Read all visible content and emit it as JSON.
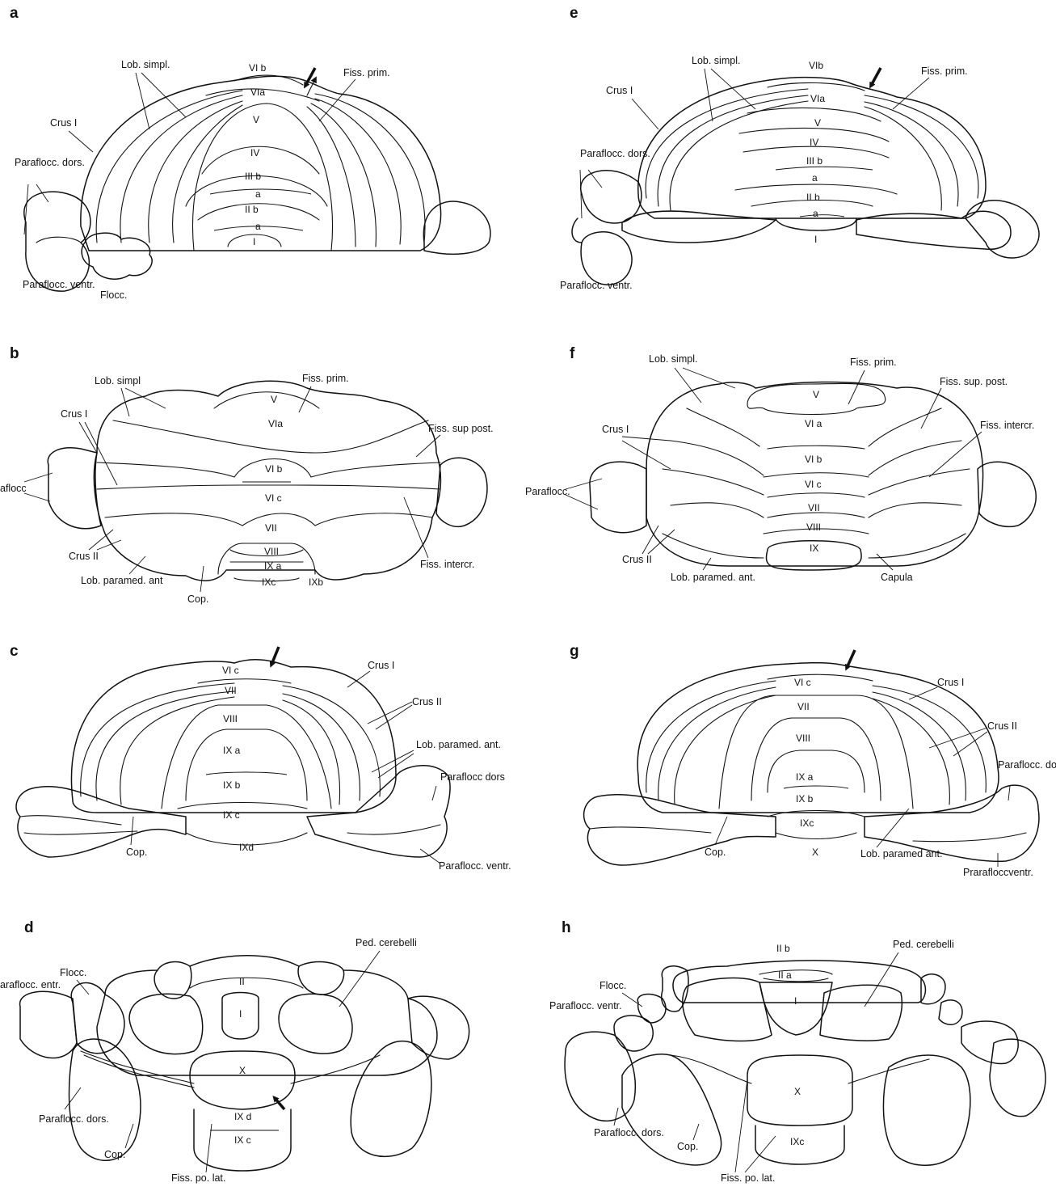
{
  "panels": {
    "a": {
      "letter": "a",
      "labels": [
        "VI b",
        "VIa",
        "V",
        "IV",
        "III b",
        "a",
        "II b",
        "a",
        "I",
        "Lob. simpl.",
        "Fiss. prim.",
        "Crus I",
        "Paraflocc. dors.",
        "Paraflocc. ventr.",
        "Flocc."
      ]
    },
    "b": {
      "letter": "b",
      "labels": [
        "V",
        "VIa",
        "VI b",
        "VI c",
        "VII",
        "VIII",
        "IX a",
        "IXc",
        "IXb",
        "Lob. simpl",
        "Fiss. prim.",
        "Crus I",
        "Fiss. sup post.",
        "aflocc",
        "Crus II",
        "Lob. paramed. ant",
        "Cop.",
        "Fiss. intercr."
      ]
    },
    "c": {
      "letter": "c",
      "labels": [
        "VI c",
        "VII",
        "VIII",
        "IX a",
        "IX b",
        "IX c",
        "IXd",
        "Crus I",
        "Crus II",
        "Lob. paramed. ant.",
        "Paraflocc dors",
        "Paraflocc. ventr.",
        "Cop."
      ]
    },
    "d": {
      "letter": "d",
      "labels": [
        "II",
        "I",
        "X",
        "IX d",
        "IX c",
        "Ped. cerebelli",
        "Flocc.",
        "araflocc. entr.",
        "Paraflocc. dors.",
        "Cop.",
        "Fiss. po. lat."
      ]
    },
    "e": {
      "letter": "e",
      "labels": [
        "VIb",
        "VIa",
        "V",
        "IV",
        "III b",
        "a",
        "II b",
        "a",
        "I",
        "Lob. simpl.",
        "Fiss. prim.",
        "Crus I",
        "Paraflocc. dors.",
        "Paraflocc. ventr."
      ]
    },
    "f": {
      "letter": "f",
      "labels": [
        "V",
        "VI a",
        "VI b",
        "VI c",
        "VII",
        "VIII",
        "IX",
        "Lob. simpl.",
        "Fiss. prim.",
        "Fiss. sup. post.",
        "Fiss. intercr.",
        "Crus I",
        "Paraflocc.",
        "Crus II",
        "Lob. paramed. ant.",
        "Capula"
      ]
    },
    "g": {
      "letter": "g",
      "labels": [
        "VI c",
        "VII",
        "VIII",
        "IX a",
        "IX b",
        "IXc",
        "X",
        "Crus I",
        "Crus II",
        "Paraflocc. dors.",
        "Cop.",
        "Lob. paramed ant.",
        "Prarafloccventr."
      ]
    },
    "h": {
      "letter": "h",
      "labels": [
        "II b",
        "II a",
        "I",
        "X",
        "IXc",
        "Ped. cerebelli",
        "Flocc.",
        "Paraflocc. ventr.",
        "Paraflocc. dors.",
        "Cop.",
        "Fiss. po. lat."
      ]
    }
  },
  "icons": [
    "arrow-icon"
  ]
}
